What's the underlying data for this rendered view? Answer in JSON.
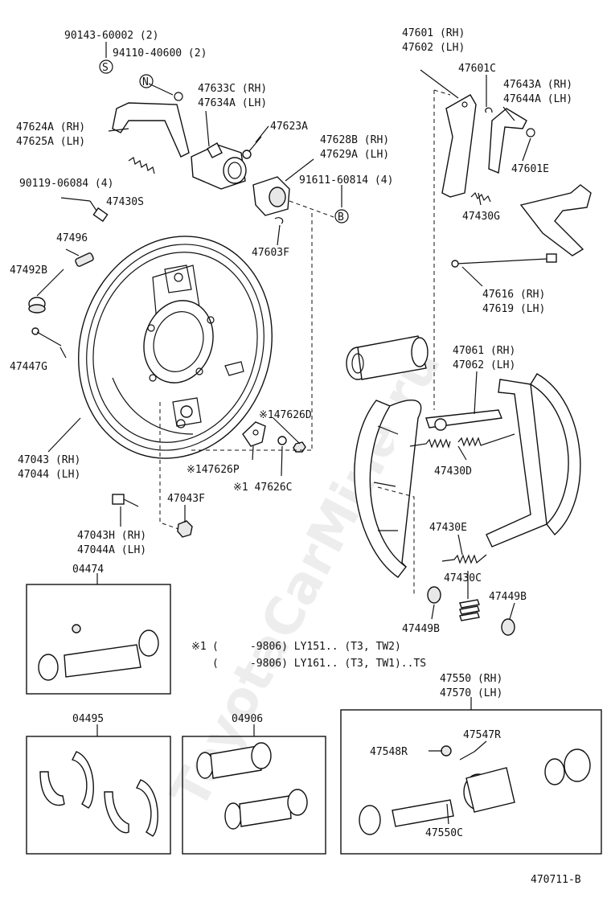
{
  "watermark": "ToyotaCarMine.ru",
  "diagram_id": "470711-B",
  "callouts": {
    "p90143": "90143-60002 (2)",
    "p94110": "94110-40600 (2)",
    "mark_s": "S",
    "mark_n": "N",
    "mark_b": "B",
    "p47624a": "47624A (RH)",
    "p47625a": "47625A (LH)",
    "p47633c": "47633C (RH)",
    "p47634a": "47634A (LH)",
    "p47623a": "47623A",
    "p47628b": "47628B (RH)",
    "p47629a": "47629A (LH)",
    "p91611": "91611-60814 (4)",
    "p90119": "90119-06084 (4)",
    "p47430s": "47430S",
    "p47603f": "47603F",
    "p47496": "47496",
    "p47492b": "47492B",
    "p47447g": "47447G",
    "p47043rh": "47043 (RH)",
    "p47044lh": "47044 (LH)",
    "p47626d": "※147626D",
    "p47626p": "※147626P",
    "p47626c": "※1 47626C",
    "p47043f": "47043F",
    "p47043h": "47043H (RH)",
    "p47044a": "47044A (LH)",
    "p47601": "47601 (RH)",
    "p47602": "47602 (LH)",
    "p47601c": "47601C",
    "p47643a": "47643A (RH)",
    "p47644a": "47644A (LH)",
    "p47601e": "47601E",
    "p47430g": "47430G",
    "p47616": "47616 (RH)",
    "p47619": "47619 (LH)",
    "p47061": "47061 (RH)",
    "p47062": "47062 (LH)",
    "p47430d": "47430D",
    "p47430e": "47430E",
    "p47430c": "47430C",
    "p47449b_a": "47449B",
    "p47449b_b": "47449B",
    "p04474": "04474",
    "p04495": "04495",
    "p04906": "04906",
    "p47550": "47550 (RH)",
    "p47570": "47570 (LH)",
    "p47548r": "47548R",
    "p47547r": "47547R",
    "p47550c": "47550C"
  },
  "footnotes": {
    "note1_mark": "※1",
    "note1_range": "(     -9806) LY151.. (T3, TW2)",
    "note2_range": "(     -9806) LY161.. (T3, TW1)..TS"
  }
}
